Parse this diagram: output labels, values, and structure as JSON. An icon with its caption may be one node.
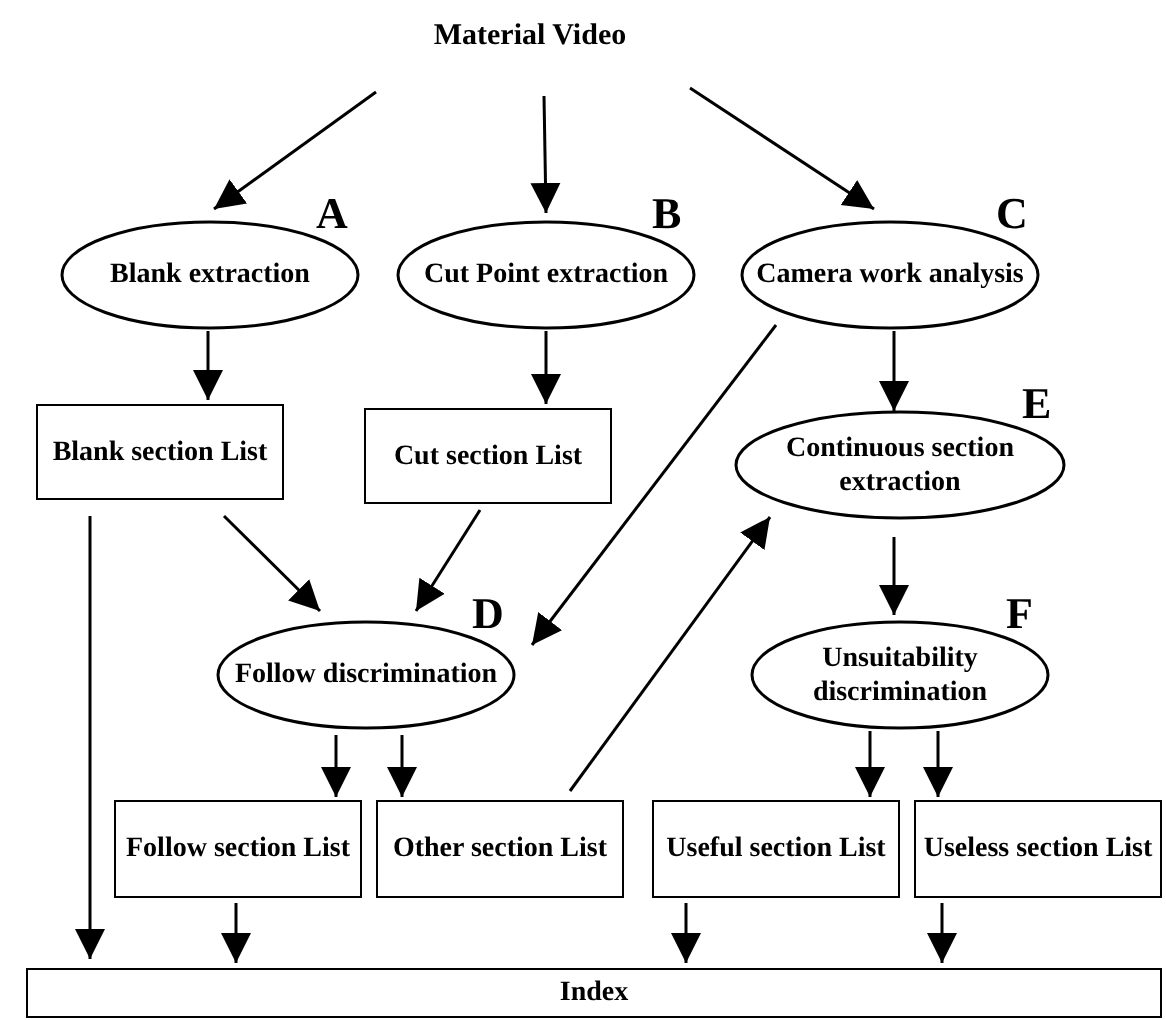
{
  "diagram": {
    "nodes": [
      {
        "text": [
          "Material Video"
        ]
      },
      {
        "text": [
          "Blank extraction"
        ],
        "beside": [
          "A"
        ]
      },
      {
        "text": [
          "Cut Point extraction"
        ],
        "beside": [
          "B"
        ]
      },
      {
        "text": [
          "Camera work analysis"
        ],
        "beside": [
          "C"
        ]
      },
      {
        "text": [
          "Blank section List"
        ]
      },
      {
        "text": [
          "Cut section List"
        ]
      },
      {
        "text": [
          "Continuous section extraction"
        ],
        "beside": [
          "E"
        ]
      },
      {
        "text": [
          "Follow discrimination"
        ],
        "beside": [
          "D"
        ]
      },
      {
        "text": [
          "Unsuitability discrimination"
        ],
        "beside": [
          "F"
        ]
      },
      {
        "text": [
          "Follow section List"
        ]
      },
      {
        "text": [
          "Other section List"
        ]
      },
      {
        "text": [
          "Useful section List"
        ]
      },
      {
        "text": [
          "Useless section List"
        ]
      },
      {
        "text": [
          "Index"
        ]
      }
    ],
    "edges": [
      {
        "from": 0,
        "to": 1,
        "arrow": "to"
      },
      {
        "from": 0,
        "to": 2,
        "arrow": "to"
      },
      {
        "from": 0,
        "to": 3,
        "arrow": "to"
      },
      {
        "from": 1,
        "to": 4,
        "arrow": "to"
      },
      {
        "from": 2,
        "to": 5,
        "arrow": "to"
      },
      {
        "from": 3,
        "to": 6,
        "arrow": "to"
      },
      {
        "from": 3,
        "to": 7,
        "arrow": "to"
      },
      {
        "from": 4,
        "to": 7,
        "arrow": "to"
      },
      {
        "from": 5,
        "to": 7,
        "arrow": "to"
      },
      {
        "from": 4,
        "to": 13,
        "arrow": "to"
      },
      {
        "from": 7,
        "to": 9,
        "arrow": "to"
      },
      {
        "from": 7,
        "to": 10,
        "arrow": "to"
      },
      {
        "from": 10,
        "to": 6,
        "arrow": "to"
      },
      {
        "from": 6,
        "to": 8,
        "arrow": "to"
      },
      {
        "from": 8,
        "to": 11,
        "arrow": "to"
      },
      {
        "from": 8,
        "to": 12,
        "arrow": "to"
      },
      {
        "from": 9,
        "to": 13,
        "arrow": "to"
      },
      {
        "from": 11,
        "to": 13,
        "arrow": "to"
      },
      {
        "from": 12,
        "to": 13,
        "arrow": "to"
      }
    ]
  }
}
